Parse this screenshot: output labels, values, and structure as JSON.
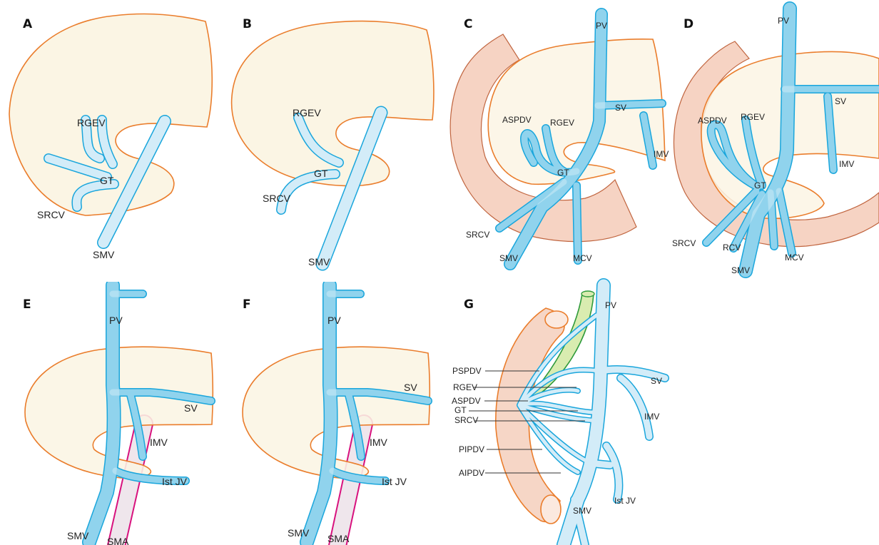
{
  "panels": {
    "A": {
      "letter": "A",
      "labels": {
        "rgev": "RGEV",
        "gt": "GT",
        "srcv": "SRCV",
        "smv": "SMV"
      }
    },
    "B": {
      "letter": "B",
      "labels": {
        "rgev": "RGEV",
        "gt": "GT",
        "srcv": "SRCV",
        "smv": "SMV"
      }
    },
    "C": {
      "letter": "C",
      "labels": {
        "pv": "PV",
        "sv": "SV",
        "aspdv": "ASPDV",
        "rgev": "RGEV",
        "gt": "GT",
        "imv": "IMV",
        "srcv": "SRCV",
        "smv": "SMV",
        "mcv": "MCV"
      }
    },
    "D": {
      "letter": "D",
      "labels": {
        "pv": "PV",
        "sv": "SV",
        "aspdv": "ASPDV",
        "rgev": "RGEV",
        "gt": "GT",
        "imv": "IMV",
        "srcv": "SRCV",
        "rcv": "RCV",
        "smv": "SMV",
        "mcv": "MCV"
      }
    },
    "E": {
      "letter": "E",
      "labels": {
        "pv": "PV",
        "sv": "SV",
        "imv": "IMV",
        "jv": "Ist JV",
        "smv": "SMV",
        "sma": "SMA"
      }
    },
    "F": {
      "letter": "F",
      "labels": {
        "pv": "PV",
        "sv": "SV",
        "imv": "IMV",
        "jv": "Ist JV",
        "smv": "SMV",
        "sma": "SMA"
      }
    },
    "G": {
      "letter": "G",
      "labels": {
        "pv": "PV",
        "psPdv": "PSPDV",
        "rgev": "RGEV",
        "aspdv": "ASPDV",
        "gt": "GT",
        "srcv": "SRCV",
        "pipdv": "PIPDV",
        "aipdv": "AIPDV",
        "sv": "SV",
        "imv": "IMV",
        "jv": "Ist JV",
        "smv": "SMV"
      }
    }
  },
  "colors": {
    "pancreas_fill": "#fbf5e4",
    "pancreas_outline": "#ea7d2c",
    "vein_outline": "#1aa6dc",
    "vein_fill": "#d3ecf8",
    "duodenum_fill": "#f6d3c3",
    "artery_outline": "#d8127e",
    "bile_duct_fill": "#d9ecb0",
    "bile_duct_outline": "#2e9a3a"
  }
}
